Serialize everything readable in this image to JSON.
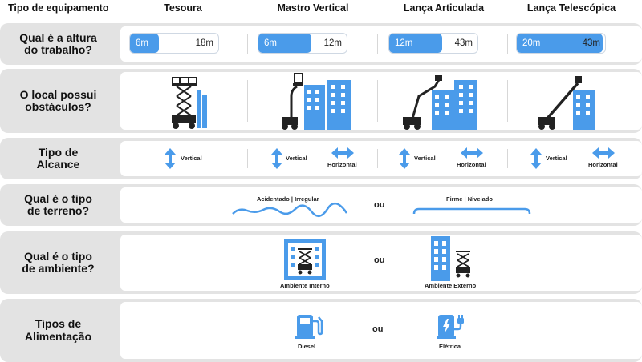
{
  "header": {
    "first": "Tipo de equipamento",
    "columns": [
      "Tesoura",
      "Mastro Vertical",
      "Lança Articulada",
      "Lança Telescópica"
    ]
  },
  "rows": {
    "altura": {
      "label": "Qual é a altura\ndo trabalho?",
      "bars": [
        {
          "min": "6m",
          "max": "18m",
          "fill_fraction": 0.33
        },
        {
          "min": "6m",
          "max": "12m",
          "fill_fraction": 0.6
        },
        {
          "min": "12m",
          "max": "43m",
          "fill_fraction": 0.6
        },
        {
          "min": "20m",
          "max": "43m",
          "fill_fraction": 0.97
        }
      ]
    },
    "obstaculos": {
      "label": "O local possui\nobstáculos?"
    },
    "alcance": {
      "label": "Tipo de\nAlcance",
      "vertical": "Vertical",
      "horizontal": "Horizontal"
    },
    "terreno": {
      "label": "Qual é o tipo\nde terreno?",
      "option_a": "Acidentado | Irregular",
      "option_b": "Firme | Nivelado",
      "or": "ou"
    },
    "ambiente": {
      "label": "Qual é o tipo\nde ambiente?",
      "option_a": "Ambiente Interno",
      "option_b": "Ambiente Externo",
      "or": "ou"
    },
    "alimentacao": {
      "label": "Tipos de\nAlimentação",
      "option_a": "Diesel",
      "option_b": "Elétrica",
      "or": "ou"
    }
  },
  "colors": {
    "accent": "#4a9bea",
    "row_bg": "#e3e3e3",
    "machine_dark": "#222222"
  }
}
